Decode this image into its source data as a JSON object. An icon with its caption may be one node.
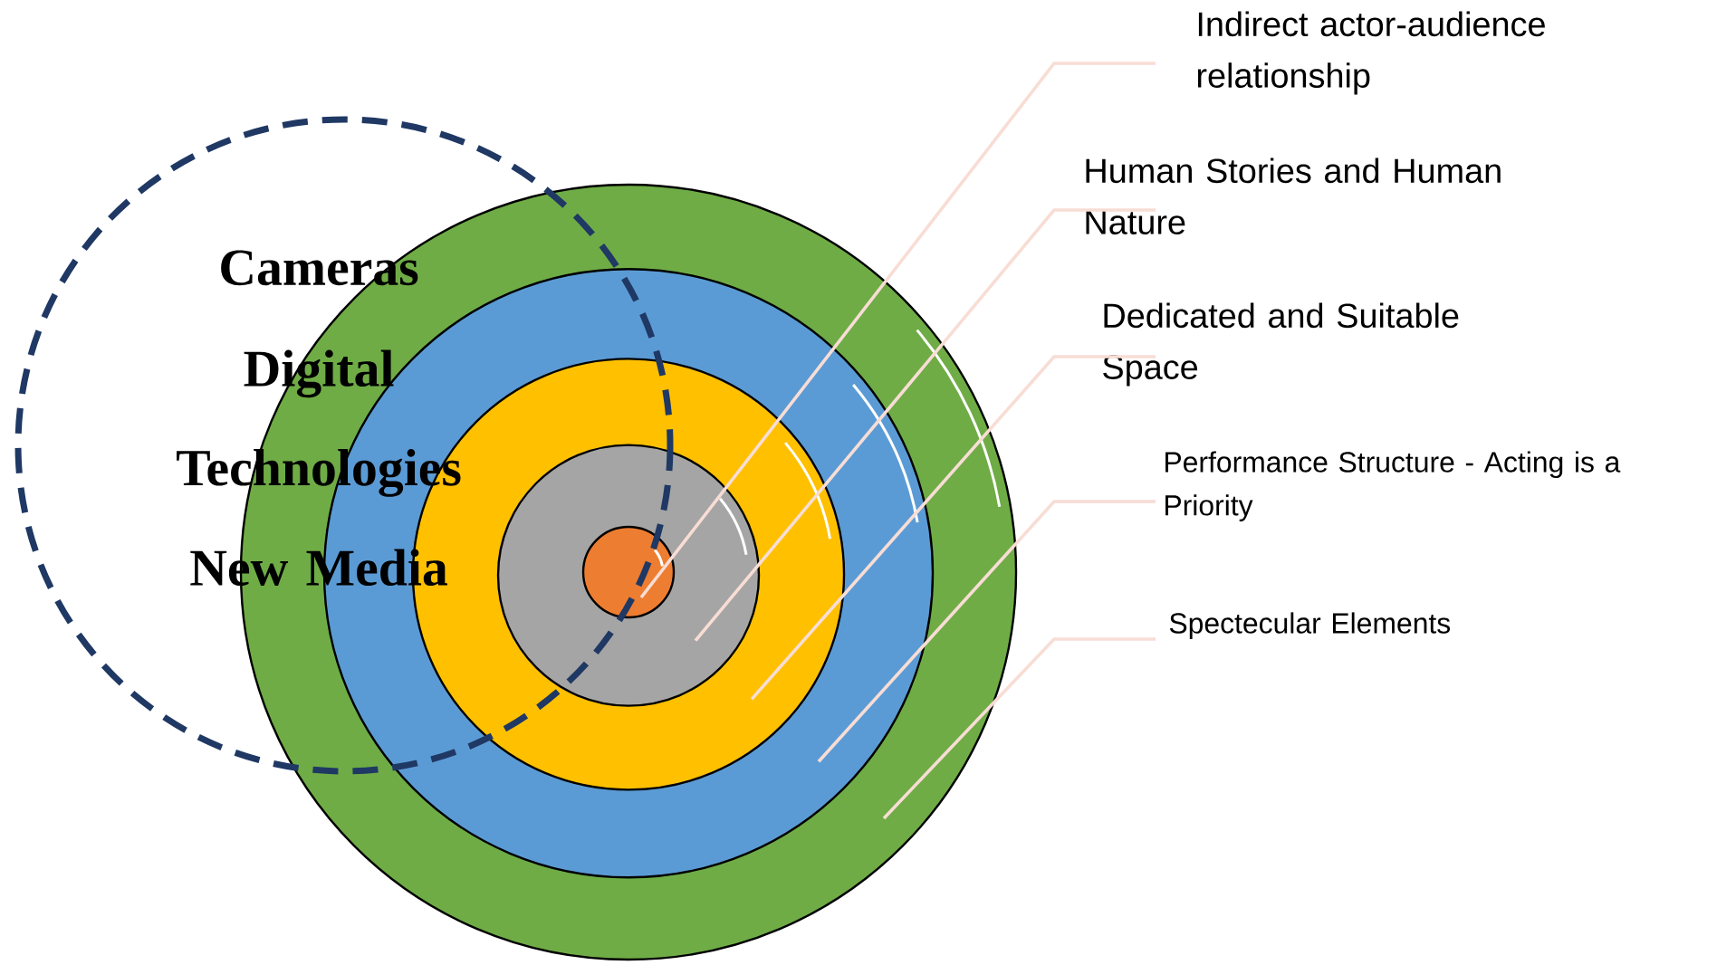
{
  "diagram": {
    "nodes": [
      {
        "text": [],
        "shape": "circle"
      },
      {
        "text": [],
        "shape": "circle",
        "in": 0
      },
      {
        "text": [],
        "shape": "circle",
        "in": 1
      },
      {
        "text": [],
        "shape": "circle",
        "in": 2
      },
      {
        "text": [],
        "shape": "circle"
      },
      {
        "text": [
          "Cameras",
          "Digital Technologies",
          "New Media"
        ]
      },
      {
        "text": [
          "Indirect actor-audience relationship"
        ]
      },
      {
        "text": [
          "Human Stories and Human Nature"
        ]
      },
      {
        "text": [
          "Dedicated and Suitable Space"
        ]
      },
      {
        "text": [
          "Performance Structure - Acting is a Priority"
        ]
      },
      {
        "text": [
          "Spectecular Elements"
        ]
      }
    ],
    "edges": [
      {
        "from": 6,
        "to": 4,
        "arrow": "none"
      },
      {
        "from": 7,
        "to": 3,
        "arrow": "none"
      },
      {
        "from": 8,
        "to": 2,
        "arrow": "none"
      },
      {
        "from": 9,
        "to": 1,
        "arrow": "none"
      },
      {
        "from": 10,
        "to": 0,
        "arrow": "none"
      }
    ]
  }
}
